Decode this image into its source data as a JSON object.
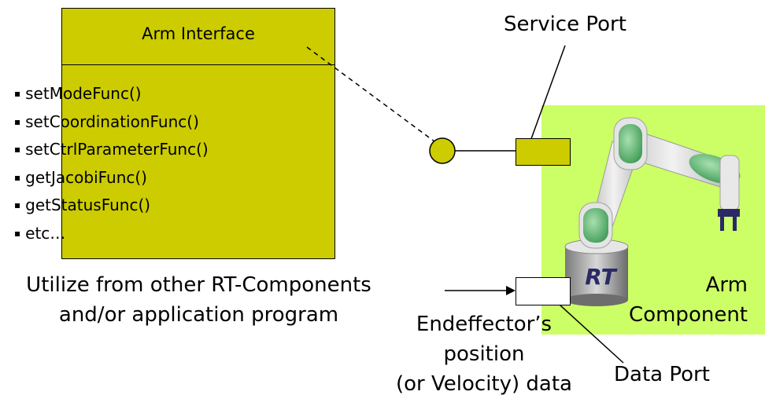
{
  "interface": {
    "title": "Arm Interface",
    "methods": [
      "setModeFunc()",
      "setCoordinationFunc()",
      "setCtrlParameterFunc()",
      "getJacobiFunc()",
      "getStatusFunc()",
      "etc…"
    ]
  },
  "utilize_text": {
    "line1": "Utilize from other RT-Components",
    "line2": "and/or application program"
  },
  "service_port_label": "Service Port",
  "data_port_label": "Data Port",
  "arm_component": {
    "line1": "Arm",
    "line2": "Component",
    "logo_text": "RT"
  },
  "endeffector_text": {
    "line1": "Endeffector’s",
    "line2": "position",
    "line3": "(or Velocity) data"
  },
  "colors": {
    "interface_fill": "#cccc00",
    "component_area": "#ccff66",
    "robot_joint": "#66bb77"
  }
}
